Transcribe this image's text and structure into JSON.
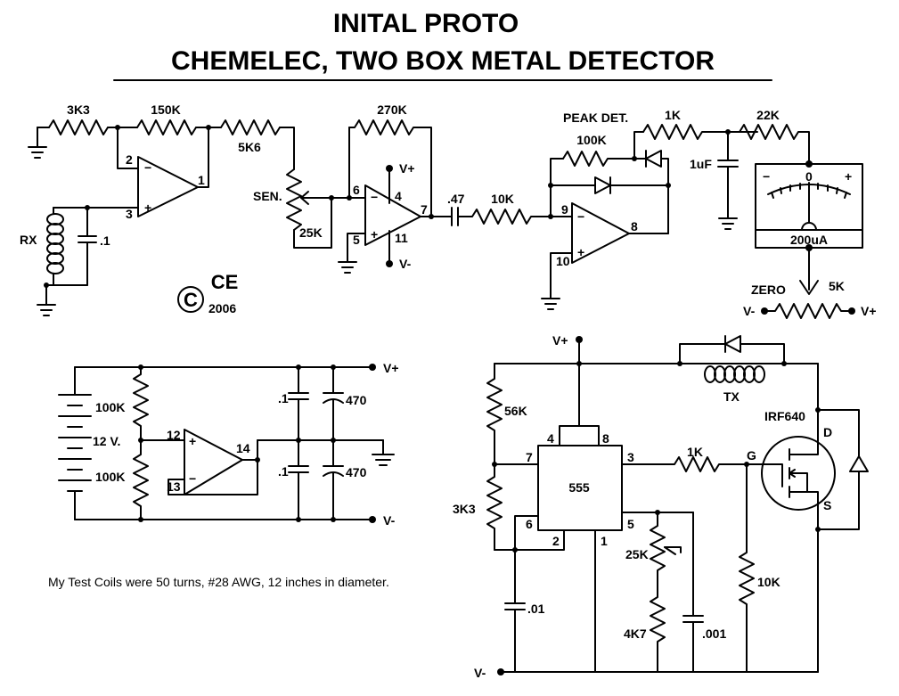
{
  "title": {
    "line1": "INITAL PROTO",
    "line2": "CHEMELEC,  TWO BOX METAL DETECTOR"
  },
  "note": "My Test Coils were 50 turns, #28 AWG, 12 inches in diameter.",
  "logo": {
    "symbol": "C",
    "brand": "CE",
    "year": "2006"
  },
  "meter": {
    "minus": "−",
    "zero": "0",
    "plus": "+",
    "range": "200uA"
  },
  "labels": {
    "r_3k3": "3K3",
    "r_150k": "150K",
    "r_5k6": "5K6",
    "sen": "SEN.",
    "pot_25k_sen": "25K",
    "r_270k": "270K",
    "c_47": ".47",
    "r_10k_a": "10K",
    "peak_det": "PEAK DET.",
    "r_1k_a": "1K",
    "r_100k_a": "100K",
    "c_1uf": "1uF",
    "r_22k": "22K",
    "rx": "RX",
    "c_1_a": ".1",
    "zero": "ZERO",
    "pot_5k": "5K",
    "vminus_zero": "V-",
    "vplus_zero": "V+",
    "vplus_op2": "V+",
    "vminus_op2": "V-",
    "r_100k_b": "100K",
    "r_100k_c": "100K",
    "battery": "12 V.",
    "c_1_b": ".1",
    "c_1_c": ".1",
    "c_470_a": "470",
    "c_470_b": "470",
    "vplus_supply": "V+",
    "vminus_supply": "V-",
    "vplus_555": "V+",
    "r_56k": "56K",
    "r_3k3_b": "3K3",
    "ic_555": "555",
    "r_1k_b": "1K",
    "tx": "TX",
    "irf640": "IRF640",
    "d": "D",
    "g": "G",
    "s": "S",
    "r_10k_b": "10K",
    "pot_25k_b": "25K",
    "r_4k7": "4K7",
    "c_001": ".001",
    "c_01": ".01",
    "vminus_555": "V-"
  },
  "pins": {
    "u1_2": "2",
    "u1_3": "3",
    "u1_1": "1",
    "u2_6": "6",
    "u2_4": "4",
    "u2_5": "5",
    "u2_7": "7",
    "u2_11": "11",
    "u3_9": "9",
    "u3_10": "10",
    "u3_8": "8",
    "u4_12": "12",
    "u4_13": "13",
    "u4_14": "14",
    "n555_4": "4",
    "n555_8": "8",
    "n555_7": "7",
    "n555_3": "3",
    "n555_6": "6",
    "n555_2": "2",
    "n555_1": "1",
    "n555_5": "5"
  },
  "opamp_signs": {
    "minus": "−",
    "plus": "+"
  }
}
